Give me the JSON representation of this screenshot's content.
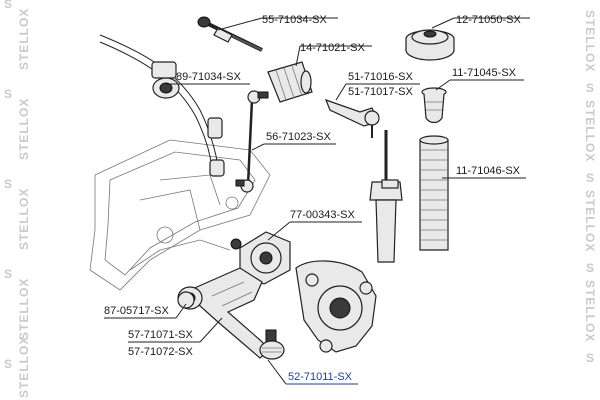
{
  "brand": {
    "watermark_left": "STELLOX",
    "watermark_right": "STELLOX"
  },
  "labels": [
    {
      "id": "55-71034-SX",
      "text": "55-71034-SX"
    },
    {
      "id": "12-71050-SX",
      "text": "12-71050-SX"
    },
    {
      "id": "14-71021-SX",
      "text": "14-71021-SX"
    },
    {
      "id": "89-71034-SX",
      "text": "89-71034-SX"
    },
    {
      "id": "51-71016-SX",
      "text": "51-71016-SX"
    },
    {
      "id": "51-71017-SX",
      "text": "51-71017-SX"
    },
    {
      "id": "11-71045-SX",
      "text": "11-71045-SX"
    },
    {
      "id": "56-71023-SX",
      "text": "56-71023-SX"
    },
    {
      "id": "11-71046-SX",
      "text": "11-71046-SX"
    },
    {
      "id": "77-00343-SX",
      "text": "77-00343-SX"
    },
    {
      "id": "87-05717-SX",
      "text": "87-05717-SX"
    },
    {
      "id": "57-71071-SX",
      "text": "57-71071-SX"
    },
    {
      "id": "57-71072-SX",
      "text": "57-71072-SX"
    },
    {
      "id": "52-71011-SX",
      "text": "52-71011-SX",
      "highlight": true
    }
  ],
  "colors": {
    "highlight": "#1f3f9a",
    "watermark": "#c9c9c9",
    "ink": "#1a1a1a"
  }
}
